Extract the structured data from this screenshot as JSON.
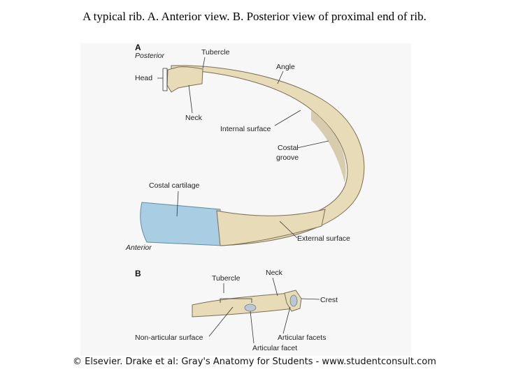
{
  "title": "A typical rib. A. Anterior view. B. Posterior view of proximal end of rib.",
  "credit": "© Elsevier. Drake et al: Gray's Anatomy for Students - www.studentconsult.com",
  "colors": {
    "bone": "#e8dcb8",
    "bone_shade": "#c9b98d",
    "cartilage": "#a9cde3",
    "outline": "#7a6e55"
  },
  "panel_a": {
    "letter": "A",
    "orientation_top": "Posterior",
    "orientation_bottom": "Anterior",
    "labels": {
      "tubercle": "Tubercle",
      "head": "Head",
      "angle": "Angle",
      "neck": "Neck",
      "internal_surface": "Internal surface",
      "costal_groove_1": "Costal",
      "costal_groove_2": "groove",
      "costal_cartilage": "Costal cartilage",
      "external_surface": "External surface"
    }
  },
  "panel_b": {
    "letter": "B",
    "labels": {
      "tubercle": "Tubercle",
      "neck": "Neck",
      "crest": "Crest",
      "non_articular_surface": "Non-articular surface",
      "articular_facets": "Articular facets",
      "articular_facet": "Articular facet"
    }
  }
}
